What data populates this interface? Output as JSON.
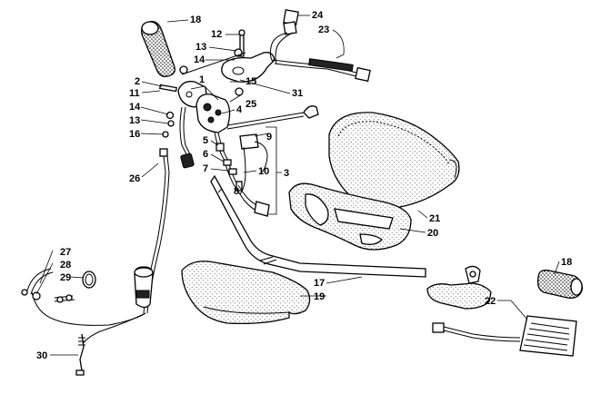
{
  "diagram": {
    "callouts": [
      {
        "id": "c1",
        "text": "1"
      },
      {
        "id": "c2",
        "text": "2"
      },
      {
        "id": "c3",
        "text": "3"
      },
      {
        "id": "c4",
        "text": "4"
      },
      {
        "id": "c5",
        "text": "5"
      },
      {
        "id": "c6",
        "text": "6"
      },
      {
        "id": "c7",
        "text": "7"
      },
      {
        "id": "c8",
        "text": "8"
      },
      {
        "id": "c9",
        "text": "9"
      },
      {
        "id": "c10",
        "text": "10"
      },
      {
        "id": "c11",
        "text": "11"
      },
      {
        "id": "c12",
        "text": "12"
      },
      {
        "id": "c13a",
        "text": "13"
      },
      {
        "id": "c13b",
        "text": "13"
      },
      {
        "id": "c14a",
        "text": "14"
      },
      {
        "id": "c14b",
        "text": "14"
      },
      {
        "id": "c15",
        "text": "15"
      },
      {
        "id": "c16",
        "text": "16"
      },
      {
        "id": "c17",
        "text": "17"
      },
      {
        "id": "c18a",
        "text": "18"
      },
      {
        "id": "c18b",
        "text": "18"
      },
      {
        "id": "c19",
        "text": "19"
      },
      {
        "id": "c20",
        "text": "20"
      },
      {
        "id": "c21",
        "text": "21"
      },
      {
        "id": "c22",
        "text": "22"
      },
      {
        "id": "c23",
        "text": "23"
      },
      {
        "id": "c24",
        "text": "24"
      },
      {
        "id": "c25",
        "text": "25"
      },
      {
        "id": "c26",
        "text": "26"
      },
      {
        "id": "c27",
        "text": "27"
      },
      {
        "id": "c28",
        "text": "28"
      },
      {
        "id": "c29",
        "text": "29"
      },
      {
        "id": "c30",
        "text": "30"
      },
      {
        "id": "c31",
        "text": "31"
      }
    ]
  }
}
